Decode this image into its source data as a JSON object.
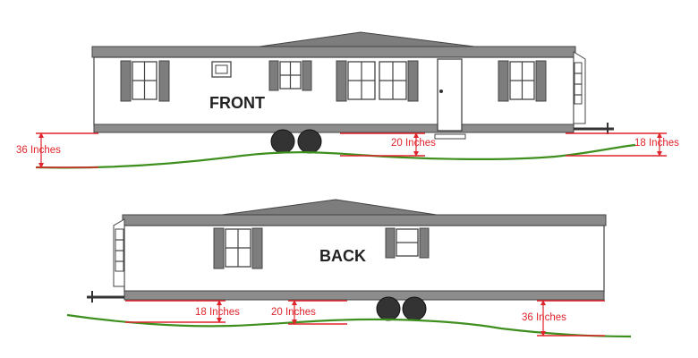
{
  "front": {
    "label": "FRONT",
    "measurements": {
      "left": "36 Inches",
      "middle": "20 Inches",
      "right": "18 Inches"
    }
  },
  "back": {
    "label": "BACK",
    "measurements": {
      "left": "18 Inches",
      "middle": "20 Inches",
      "right": "36 Inches"
    }
  },
  "colors": {
    "ground": "#3f8f1f",
    "measurement": "#e0242b",
    "roof": "#7d7d7d",
    "shutter": "#7d7d7d"
  }
}
